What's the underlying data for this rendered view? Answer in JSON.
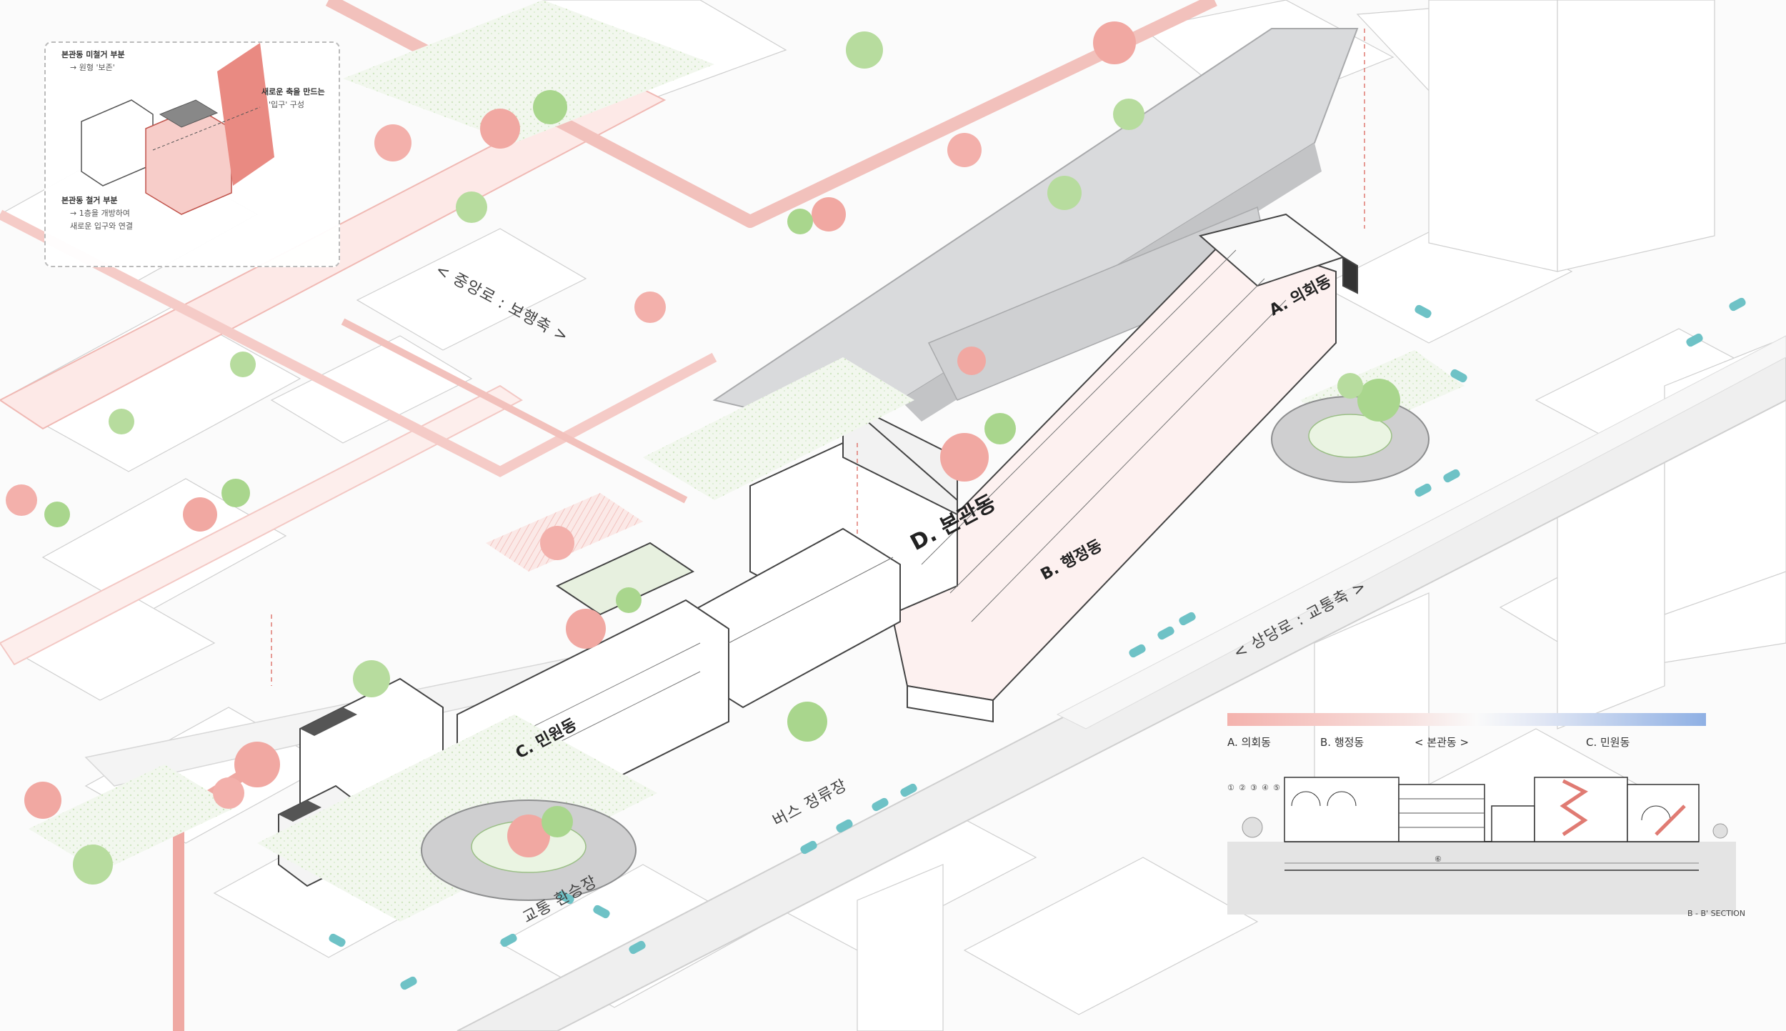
{
  "roads": {
    "jungang": "< 중앙로 : 보행축 >",
    "sangdang": "< 상당로 : 교통축 >"
  },
  "buildings": {
    "a": "A. 의회동",
    "b": "B. 행정동",
    "c": "C. 민원동",
    "d": "D. 본관동"
  },
  "places": {
    "bus_stop": "버스 정류장",
    "transfer": "교통 환승장"
  },
  "inset": {
    "note1_title": "본관동 미철거 부분",
    "note1_body": "→ 원형 '보존'",
    "note2_title": "새로운 축을 만드는",
    "note2_body": "'입구' 구성",
    "note3_title": "본관동 철거 부분",
    "note3_body1": "→ 1층을 개방하여",
    "note3_body2": "새로운 입구와 연결"
  },
  "section": {
    "legend": [
      "A. 의회동",
      "B. 행정동",
      "< 본관동 >",
      "C. 민원동"
    ],
    "title": "B - B' SECTION",
    "numbers": [
      "①",
      "②",
      "③",
      "④",
      "⑤",
      "⑥"
    ]
  },
  "colors": {
    "accent_red": "#e9857f",
    "accent_red_light": "#f6cfcc",
    "accent_blue": "#8fb0e4",
    "tree_green": "#9bcf7a",
    "car_teal": "#6ec2c6",
    "concrete": "#c9cacc",
    "line": "#9a9a9a"
  }
}
